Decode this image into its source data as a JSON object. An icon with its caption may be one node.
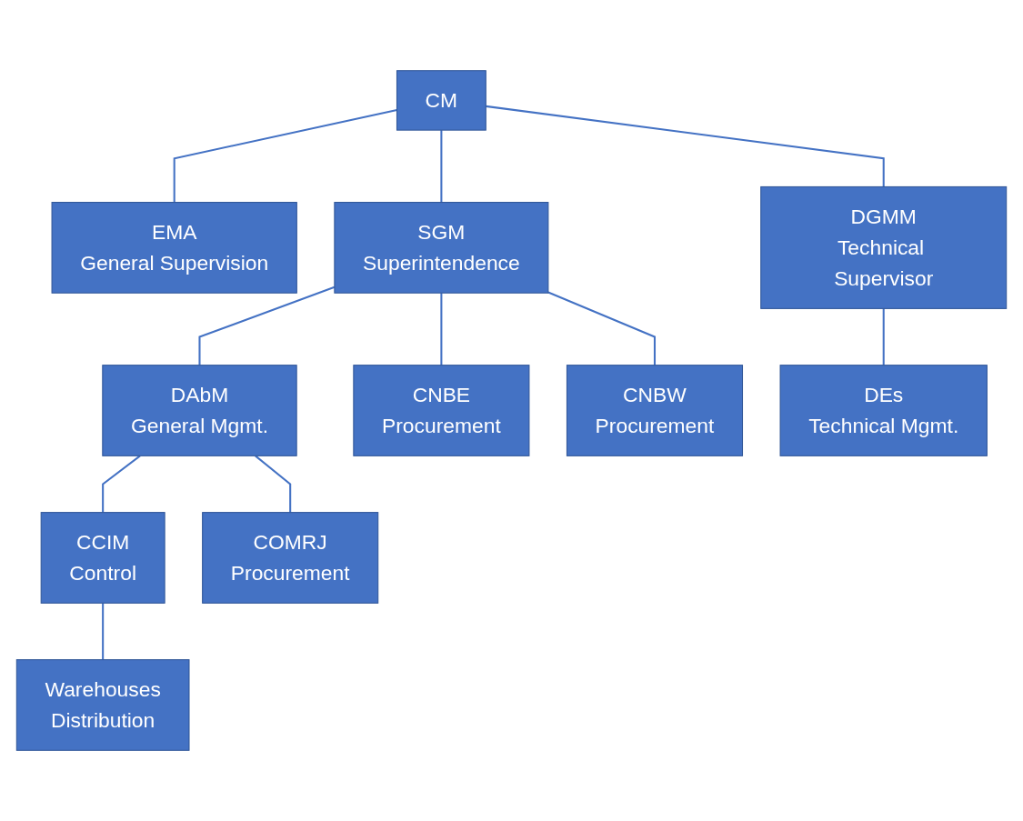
{
  "diagram": {
    "nodes": [
      {
        "text": [
          "CM"
        ]
      },
      {
        "text": [
          "EMA",
          "General Supervision"
        ]
      },
      {
        "text": [
          "SGM",
          "Superintendence"
        ]
      },
      {
        "text": [
          "DGMM",
          "Technical Supervisor"
        ]
      },
      {
        "text": [
          "DAbM",
          "General Mgmt."
        ]
      },
      {
        "text": [
          "CNBE",
          "Procurement"
        ]
      },
      {
        "text": [
          "CNBW",
          "Procurement"
        ]
      },
      {
        "text": [
          "DEs",
          "Technical Mgmt."
        ]
      },
      {
        "text": [
          "CCIM",
          "Control"
        ]
      },
      {
        "text": [
          "COMRJ",
          "Procurement"
        ]
      },
      {
        "text": [
          "Warehouses",
          "Distribution"
        ]
      }
    ],
    "edges": [
      {
        "from": 0,
        "to": 1,
        "arrow": "none"
      },
      {
        "from": 0,
        "to": 2,
        "arrow": "none"
      },
      {
        "from": 0,
        "to": 3,
        "arrow": "none"
      },
      {
        "from": 2,
        "to": 4,
        "arrow": "none"
      },
      {
        "from": 2,
        "to": 5,
        "arrow": "none"
      },
      {
        "from": 2,
        "to": 6,
        "arrow": "none"
      },
      {
        "from": 3,
        "to": 7,
        "arrow": "none"
      },
      {
        "from": 4,
        "to": 8,
        "arrow": "none"
      },
      {
        "from": 4,
        "to": 9,
        "arrow": "none"
      },
      {
        "from": 8,
        "to": 10,
        "arrow": "none"
      }
    ]
  }
}
